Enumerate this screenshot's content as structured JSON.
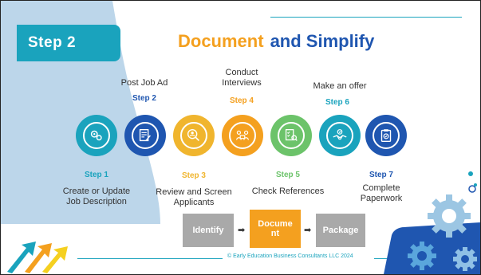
{
  "slide": {
    "step_tab": "Step 2",
    "title_highlight": "Document",
    "title_rest": "and Simplify",
    "copyright": "© Early Education Business Consultants LLC 2024"
  },
  "steps": [
    {
      "step": "Step 1",
      "label": "Create or Update Job Description",
      "color": "#1aa3bd",
      "icon": "gears-icon"
    },
    {
      "step": "Step 2",
      "label": "Post Job Ad",
      "color": "#1f56b0",
      "icon": "document-pen-icon"
    },
    {
      "step": "Step 3",
      "label": "Review and Screen Applicants",
      "color": "#f0b52e",
      "icon": "magnifier-person-icon"
    },
    {
      "step": "Step 4",
      "label": "Conduct Interviews",
      "color": "#f4a01f",
      "icon": "interview-icon"
    },
    {
      "step": "Step 5",
      "label": "Check References",
      "color": "#6cc36a",
      "icon": "checklist-search-icon"
    },
    {
      "step": "Step 6",
      "label": "Make an offer",
      "color": "#1aa3bd",
      "icon": "handshake-icon"
    },
    {
      "step": "Step 7",
      "label": "Complete Paperwork",
      "color": "#1f56b0",
      "icon": "clipboard-check-icon"
    }
  ],
  "process": {
    "identify": "Identify",
    "document": "Document",
    "package": "Package",
    "arrow": "➡"
  },
  "colors": {
    "teal": "#1aa3bd",
    "blue": "#1f56b0",
    "orange": "#f4a01f",
    "gold": "#f0b52e",
    "green": "#6cc36a",
    "gray_box": "#a9a9a9"
  }
}
